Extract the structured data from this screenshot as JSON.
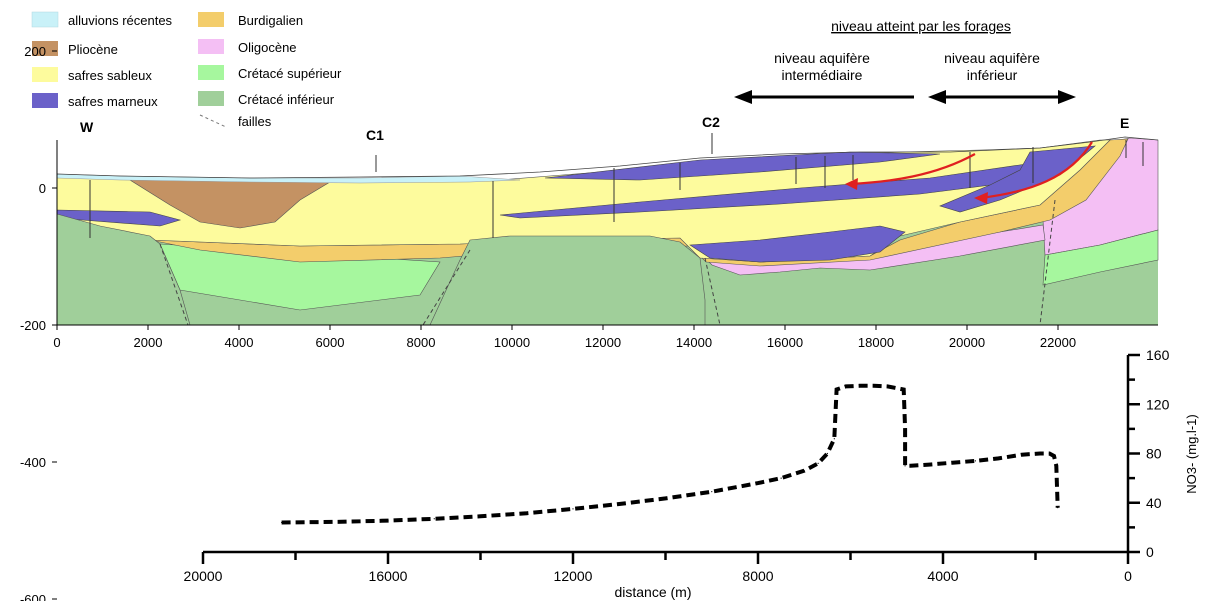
{
  "legend": {
    "left": [
      {
        "label": "alluvions récentes",
        "color": "#c9f1f8"
      },
      {
        "label": "Pliocène",
        "color": "#c49263"
      },
      {
        "label": "safres sableux",
        "color": "#fdfb9d"
      },
      {
        "label": "safres marneux",
        "color": "#6b61c9"
      }
    ],
    "right": [
      {
        "label": "Burdigalien",
        "color": "#f3cd6b"
      },
      {
        "label": "Oligocène",
        "color": "#f4bff4"
      },
      {
        "label": "Crétacé supérieur",
        "color": "#a6f79e"
      },
      {
        "label": "Crétacé inférieur",
        "color": "#a0cf9a"
      }
    ],
    "faults_label": "failles"
  },
  "annotations": {
    "header": "niveau atteint par les forages",
    "intermediate": [
      "niveau aquifère",
      "intermédiaire"
    ],
    "lower": [
      "niveau aquifère",
      "inférieur"
    ],
    "west": "W",
    "east": "E",
    "borehole1": "C1",
    "borehole2": "C2"
  },
  "section_axes": {
    "y_ticks": [
      200,
      0,
      -200,
      -400,
      -600
    ],
    "x_ticks": [
      0,
      2000,
      4000,
      6000,
      8000,
      10000,
      12000,
      14000,
      16000,
      18000,
      20000,
      22000
    ]
  },
  "colors": {
    "arrow_red": "#e02020",
    "outline": "#333333"
  },
  "chart_data": {
    "type": "line",
    "title": "",
    "xlabel": "distance (m)",
    "ylabel": "NO3- (mg.l-1)",
    "xlim": [
      20000,
      0
    ],
    "ylim": [
      0,
      160
    ],
    "x_ticks": [
      20000,
      16000,
      12000,
      8000,
      4000,
      0
    ],
    "y_ticks": [
      0,
      40,
      80,
      120,
      160
    ],
    "series": [
      {
        "x": [
          18300,
          17000,
          16000,
          15000,
          14000,
          13000,
          12000,
          11000,
          10000,
          9000,
          8000,
          7500,
          7000,
          6700,
          6500,
          6350,
          6300,
          6100,
          5800,
          5500,
          5200,
          4850,
          4820,
          4820,
          4700,
          4300,
          3800,
          3300,
          2800,
          2300,
          1900,
          1700,
          1600,
          1550,
          1520
        ],
        "values": [
          24,
          24.5,
          25.5,
          27,
          29,
          31.5,
          35,
          39,
          43.5,
          49,
          56,
          60,
          66,
          72,
          80,
          92,
          132,
          134.5,
          135,
          135,
          134.5,
          132,
          100,
          70,
          70,
          71,
          72.5,
          74,
          76,
          79,
          80,
          80,
          78,
          70,
          36
        ]
      }
    ]
  }
}
